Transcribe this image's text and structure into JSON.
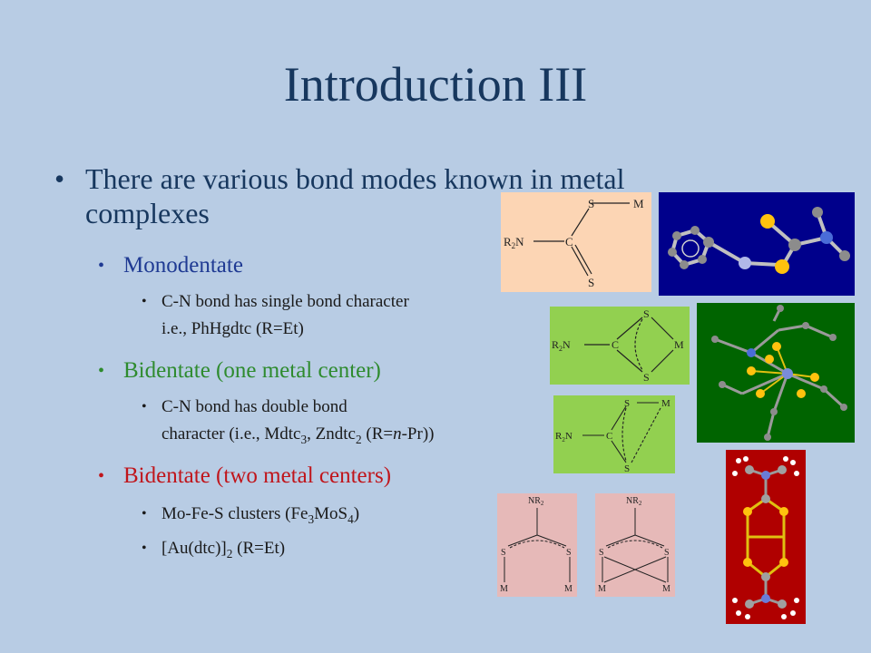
{
  "slide": {
    "title": "Introduction III",
    "main_bullet": "There are various bond modes known in metal complexes",
    "sections": [
      {
        "heading": "Monodentate",
        "color": "#1f3a93",
        "sub_lines": [
          "C-N bond has single bond character",
          "i.e., PhHgdtc (R=Et)"
        ]
      },
      {
        "heading": "Bidentate (one metal center)",
        "color": "#2e8b2e",
        "sub_lines": [
          "C-N bond has double bond",
          "character (i.e., Mdtc",
          "3",
          ", Zndtc",
          "2",
          " (R=",
          "n",
          "-Pr))"
        ]
      },
      {
        "heading": "Bidentate (two metal centers)",
        "color": "#c0151b",
        "sub_items": [
          [
            "Mo-Fe-S clusters (Fe",
            "3",
            "MoS",
            "4",
            ")"
          ],
          [
            "[Au(dtc)]",
            "2",
            " (R=Et)"
          ]
        ]
      }
    ],
    "diagram_labels": {
      "S": "S",
      "M": "M",
      "C": "C",
      "R2N": "R",
      "R2N_sub": "2",
      "R2N_tail": "N",
      "NR2": "NR",
      "NR2_sub": "2"
    },
    "colors": {
      "background": "#b8cce4",
      "title": "#17375e",
      "peach": "#fcd5b4",
      "lime": "#92d050",
      "pink": "#e6b9b8",
      "navy_panel": "#00008b",
      "green_panel": "#006400",
      "red_panel": "#b00000"
    }
  }
}
